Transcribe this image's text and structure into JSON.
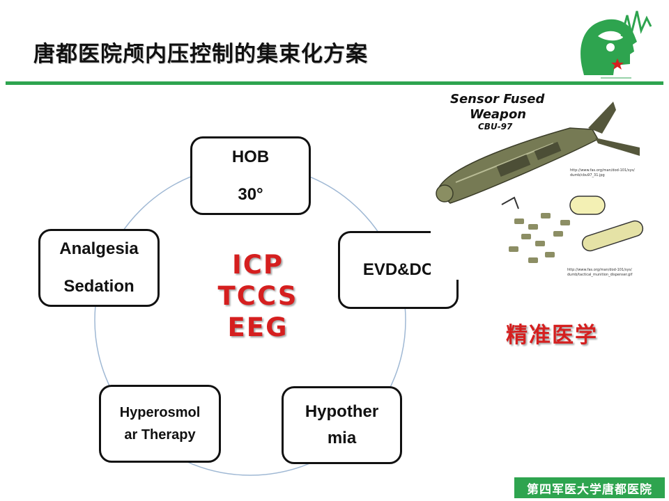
{
  "slide": {
    "title": "唐都医院颅内压控制的集束化方案",
    "footer": "第四军医大学唐都医院"
  },
  "cycle": {
    "center_lines": [
      "ICP",
      "TCCS",
      "EEG"
    ],
    "nodes": [
      {
        "id": "hob",
        "lines": [
          "HOB",
          "30°"
        ]
      },
      {
        "id": "evd",
        "lines": [
          "EVD&DC"
        ]
      },
      {
        "id": "hypothermia",
        "lines": [
          "Hypother",
          "mia"
        ]
      },
      {
        "id": "hyperosmolar",
        "lines": [
          "Hyperosmol",
          "ar Therapy"
        ]
      },
      {
        "id": "analgesia",
        "lines": [
          "Analgesia",
          "Sedation"
        ]
      }
    ]
  },
  "image_panel": {
    "title_line1": "Sensor Fused",
    "title_line2": "Weapon",
    "subtitle": "CBU-97",
    "url1_line1": "http://www.fas.org/man/dod-101/sys/",
    "url1_line2": "dumb/cbu97_31.jpg",
    "url2_line1": "http://www.fas.org/man/dod-101/sys/",
    "url2_line2": "dumb/tactical_munition_dispenser.gif",
    "caption": "精准医学"
  },
  "colors": {
    "accent_green": "#2ea44f",
    "accent_red": "#d51f1f",
    "ring": "#9fb8d4"
  },
  "icons": {
    "logo": "hospital-logo-icon"
  }
}
